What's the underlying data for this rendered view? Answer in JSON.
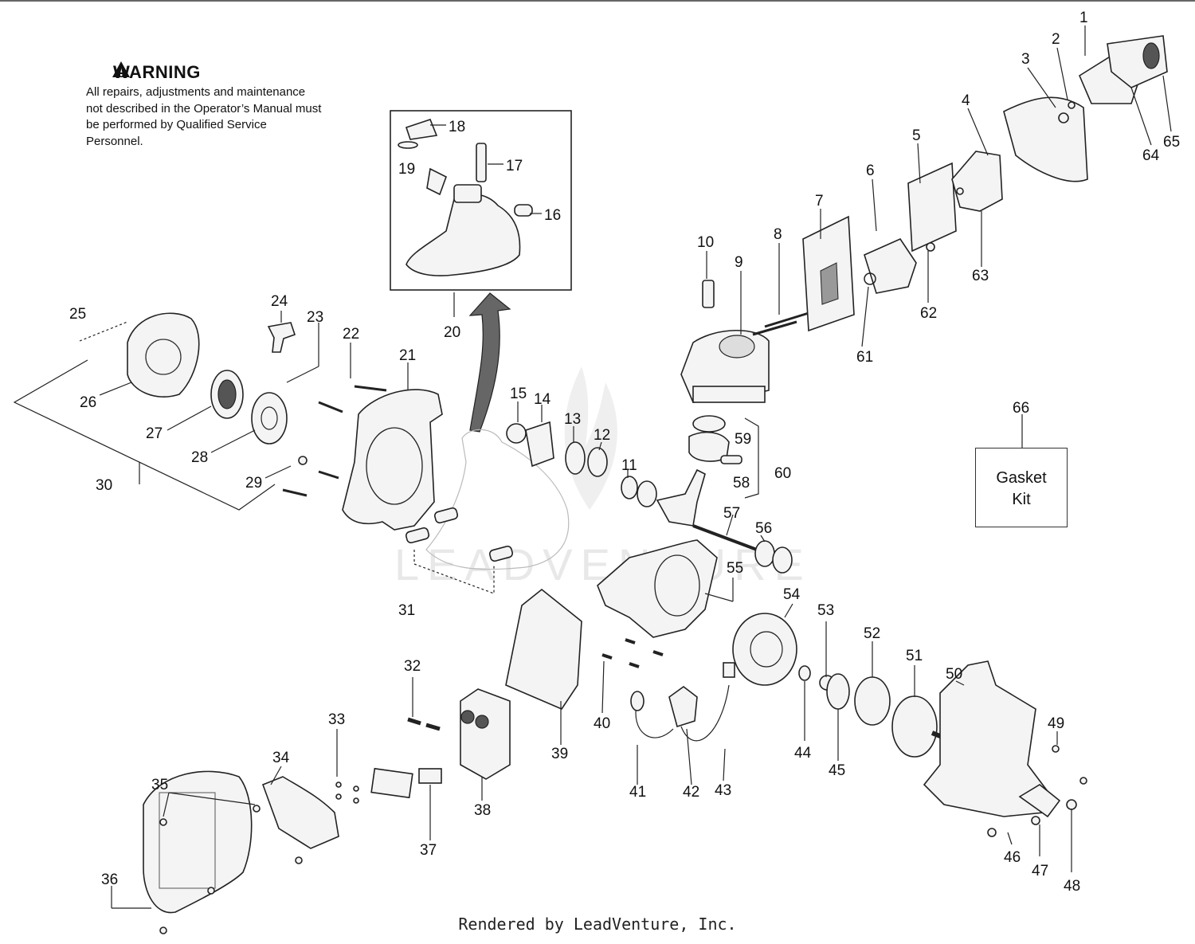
{
  "warning": {
    "title": "WARNING",
    "body": "All repairs, adjustments and maintenance not described in the Operator’s Manual must be performed by Qualified Service Personnel."
  },
  "gasket_kit": {
    "number": "66",
    "label_line1": "Gasket",
    "label_line2": "Kit"
  },
  "watermark": "LEADVENTURE",
  "footer": "Rendered by LeadVenture, Inc.",
  "callouts": [
    "1",
    "2",
    "3",
    "4",
    "5",
    "6",
    "7",
    "8",
    "9",
    "10",
    "11",
    "12",
    "13",
    "14",
    "15",
    "16",
    "17",
    "18",
    "19",
    "20",
    "21",
    "22",
    "23",
    "24",
    "25",
    "26",
    "27",
    "28",
    "29",
    "30",
    "31",
    "32",
    "33",
    "34",
    "35",
    "36",
    "37",
    "38",
    "39",
    "40",
    "41",
    "42",
    "43",
    "44",
    "45",
    "46",
    "47",
    "48",
    "49",
    "50",
    "51",
    "52",
    "53",
    "54",
    "55",
    "56",
    "57",
    "58",
    "59",
    "60",
    "61",
    "62",
    "63",
    "64",
    "65"
  ]
}
